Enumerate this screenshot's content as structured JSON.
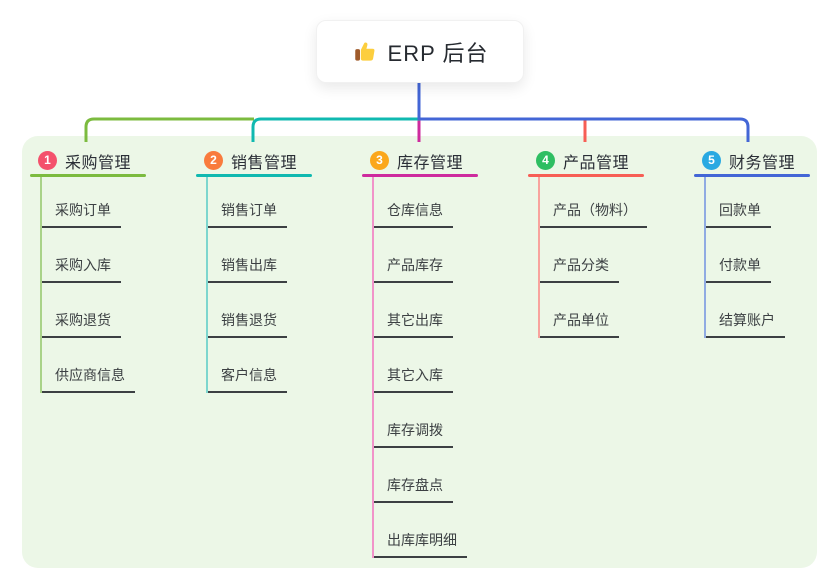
{
  "root": {
    "title": "ERP 后台",
    "icon": "thumbs-up-icon",
    "line_color": "#4366D6"
  },
  "panel": {
    "background": "#ECF7E7"
  },
  "branches": [
    {
      "num": "1",
      "title": "采购管理",
      "badge_color": "#F4516C",
      "line_color": "#7CBB3F",
      "child_line_color": "#A9D388",
      "children": [
        "采购订单",
        "采购入库",
        "采购退货",
        "供应商信息"
      ]
    },
    {
      "num": "2",
      "title": "销售管理",
      "badge_color": "#F97B3D",
      "line_color": "#10B9B0",
      "child_line_color": "#7DD6CE",
      "children": [
        "销售订单",
        "销售出库",
        "销售退货",
        "客户信息"
      ]
    },
    {
      "num": "3",
      "title": "库存管理",
      "badge_color": "#FBA71B",
      "line_color": "#CE2B9E",
      "child_line_color": "#F193C9",
      "children": [
        "仓库信息",
        "产品库存",
        "其它出库",
        "其它入库",
        "库存调拨",
        "库存盘点",
        "出库库明细"
      ]
    },
    {
      "num": "4",
      "title": "产品管理",
      "badge_color": "#2EBE62",
      "line_color": "#F75E55",
      "child_line_color": "#F8A39D",
      "children": [
        "产品（物料）",
        "产品分类",
        "产品单位"
      ]
    },
    {
      "num": "5",
      "title": "财务管理",
      "badge_color": "#29A9E2",
      "line_color": "#4366D6",
      "child_line_color": "#90ABE2",
      "children": [
        "回款单",
        "付款单",
        "结算账户"
      ]
    }
  ]
}
